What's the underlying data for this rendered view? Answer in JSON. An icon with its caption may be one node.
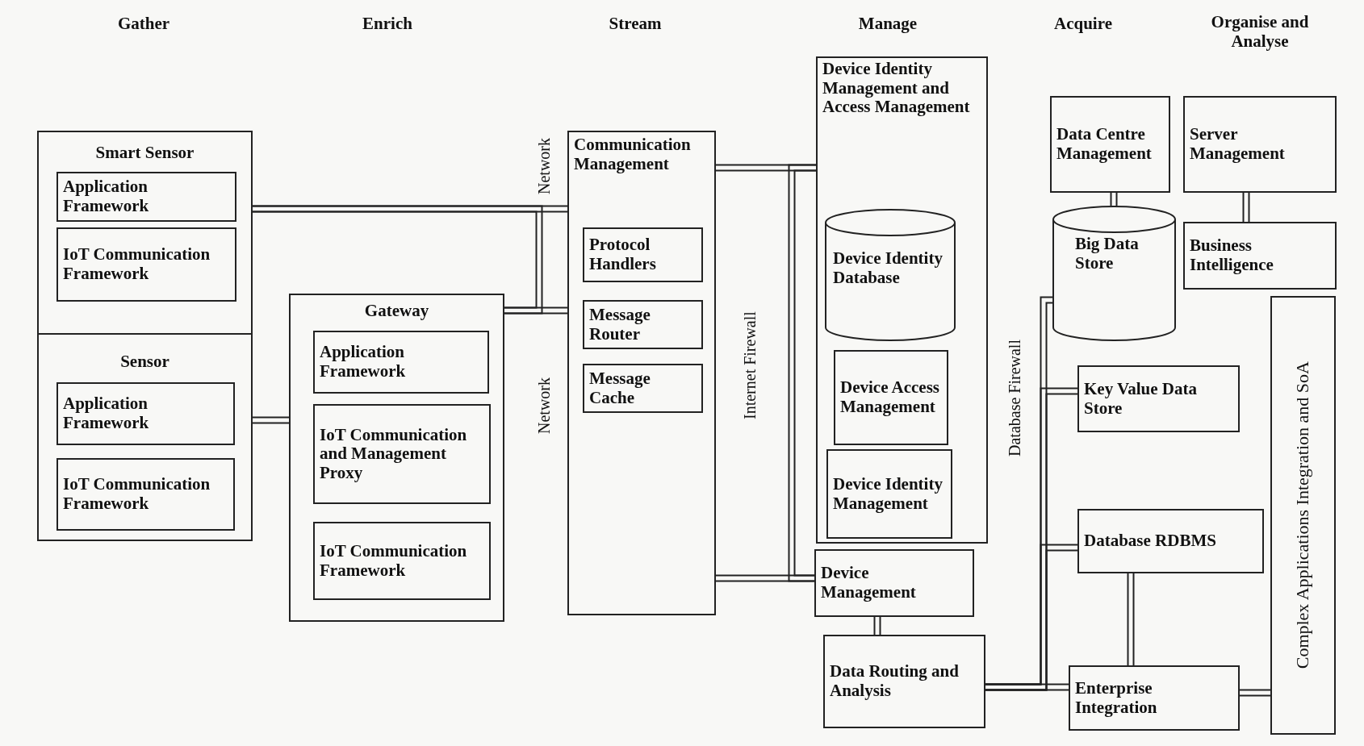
{
  "diagram": {
    "nodes": [
      {
        "text": [
          "Smart Sensor"
        ]
      },
      {
        "text": [
          "Application Framework"
        ],
        "in": 0
      },
      {
        "text": [
          "IoT Communication Framework"
        ],
        "in": 0
      },
      {
        "text": [
          "Sensor"
        ]
      },
      {
        "text": [
          "Application Framework"
        ],
        "in": 3
      },
      {
        "text": [
          "IoT Communication Framework"
        ],
        "in": 3
      },
      {
        "text": [
          "Gateway"
        ]
      },
      {
        "text": [
          "Application Framework"
        ],
        "in": 6
      },
      {
        "text": [
          "IoT Communication and Management Proxy"
        ],
        "in": 6
      },
      {
        "text": [
          "IoT Communication Framework"
        ],
        "in": 6
      },
      {
        "text": [
          "Communication Management"
        ]
      },
      {
        "text": [
          "Protocol Handlers"
        ],
        "in": 10
      },
      {
        "text": [
          "Message Router"
        ],
        "in": 10
      },
      {
        "text": [
          "Message Cache"
        ],
        "in": 10
      },
      {
        "text": [
          "Device Identity Management and Access Management"
        ]
      },
      {
        "text": [
          "Device Identity Database"
        ],
        "in": 14
      },
      {
        "text": [
          "Device Access Management"
        ],
        "in": 14
      },
      {
        "text": [
          "Device Identity Management"
        ],
        "in": 14
      },
      {
        "text": [
          "Device Management"
        ]
      },
      {
        "text": [
          "Data Routing and Analysis"
        ]
      },
      {
        "text": [
          "Data Centre Management"
        ]
      },
      {
        "text": [
          "Server Management"
        ]
      },
      {
        "text": [
          "Big Data Store"
        ]
      },
      {
        "text": [
          "Business Intelligence"
        ]
      },
      {
        "text": [
          "Key Value Data Store"
        ]
      },
      {
        "text": [
          "Database RDBMS"
        ]
      },
      {
        "text": [
          "Enterprise Integration"
        ]
      },
      {
        "text": [
          "Complex Applications Integration and SoA"
        ]
      }
    ],
    "edges": [
      {
        "from": 0,
        "to": 10,
        "arrow": "none"
      },
      {
        "from": 6,
        "to": 10,
        "arrow": "none"
      },
      {
        "from": 0,
        "to": 6,
        "arrow": "none"
      },
      {
        "from": 3,
        "to": 6,
        "arrow": "none"
      },
      {
        "from": 10,
        "to": 14,
        "arrow": "none"
      },
      {
        "from": 10,
        "to": 18,
        "arrow": "none"
      },
      {
        "from": 14,
        "to": 18,
        "arrow": "none"
      },
      {
        "from": 18,
        "to": 19,
        "arrow": "none"
      },
      {
        "from": 19,
        "to": 26,
        "arrow": "none"
      },
      {
        "from": 19,
        "to": 24,
        "arrow": "none"
      },
      {
        "from": 19,
        "to": 25,
        "arrow": "none"
      },
      {
        "from": 19,
        "to": 22,
        "arrow": "none"
      },
      {
        "from": 20,
        "to": 22,
        "arrow": "none"
      },
      {
        "from": 21,
        "to": 23,
        "arrow": "none"
      },
      {
        "from": 25,
        "to": 26,
        "arrow": "none"
      },
      {
        "from": 26,
        "to": 27,
        "arrow": "none"
      }
    ],
    "labels": [
      "Gather",
      "Enrich",
      "Stream",
      "Manage",
      "Acquire",
      "Organise and Analyse",
      "Network",
      "Network",
      "Internet Firewall",
      "Database Firewall"
    ]
  }
}
